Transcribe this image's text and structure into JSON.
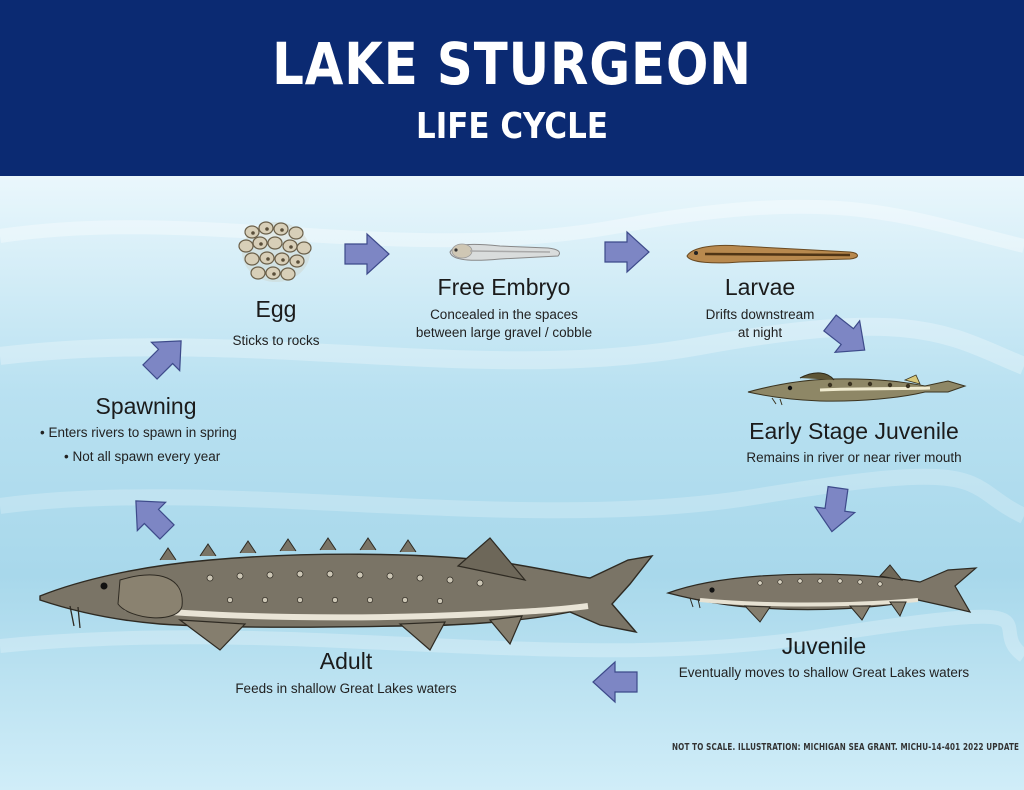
{
  "header": {
    "title": "LAKE STURGEON",
    "subtitle": "LIFE CYCLE"
  },
  "stages": {
    "egg": {
      "label": "Egg",
      "lines": [
        "Sticks to rocks"
      ]
    },
    "free_embryo": {
      "label": "Free Embryo",
      "lines": [
        "Concealed in the spaces",
        "between large gravel / cobble"
      ]
    },
    "larvae": {
      "label": "Larvae",
      "lines": [
        "Drifts downstream",
        "at night"
      ]
    },
    "early_juvenile": {
      "label": "Early Stage Juvenile",
      "lines": [
        "Remains in river or near river mouth"
      ]
    },
    "juvenile": {
      "label": "Juvenile",
      "lines": [
        "Eventually moves to shallow Great Lakes waters"
      ]
    },
    "adult": {
      "label": "Adult",
      "lines": [
        "Feeds in shallow Great Lakes waters"
      ]
    },
    "spawning": {
      "label": "Spawning",
      "lines": [
        "• Enters rivers to spawn in spring",
        "• Not all spawn every year"
      ]
    }
  },
  "footer": {
    "credit": "NOT TO SCALE.  ILLUSTRATION: MICHIGAN SEA GRANT.  MICHU-14-401 2022 UPDATE"
  },
  "colors": {
    "header_bg": "#0b2a72",
    "arrow_fill": "#7d86c4",
    "arrow_stroke": "#3d4a8a",
    "fish_body": "#7a7466",
    "fish_belly": "#e9e4d6"
  }
}
